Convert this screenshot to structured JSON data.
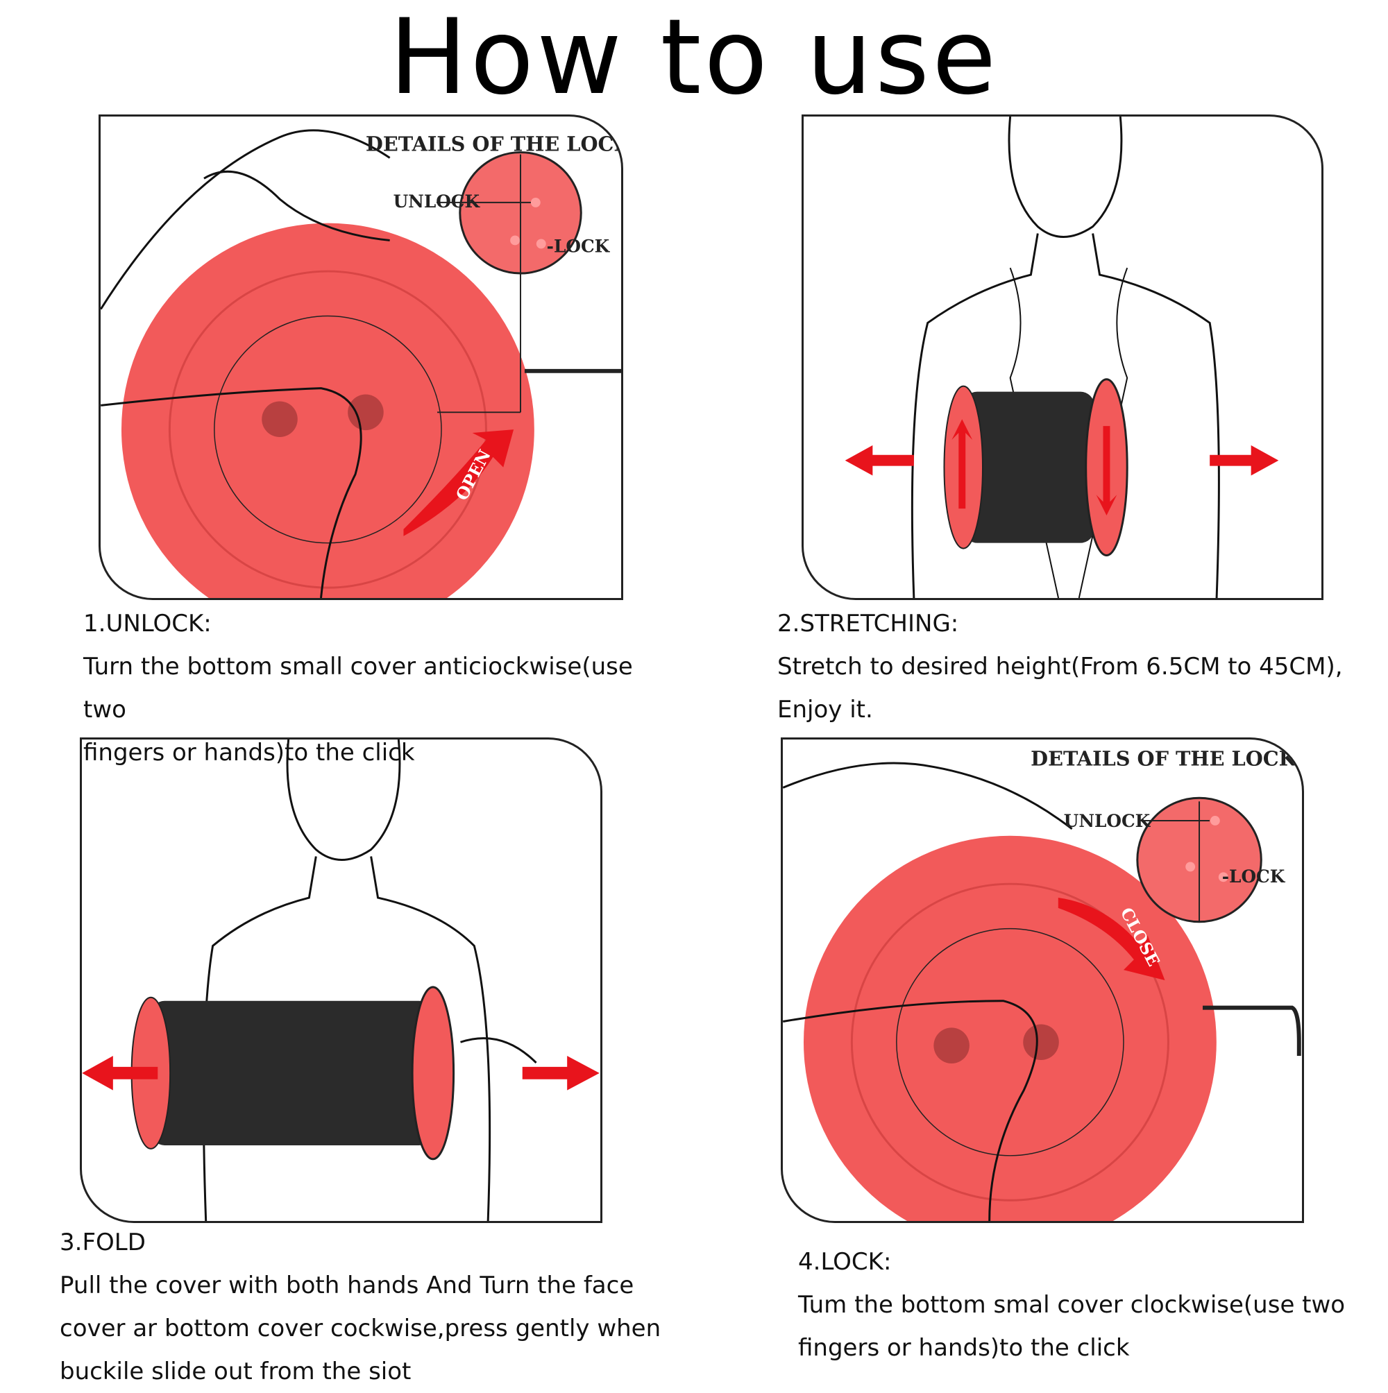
{
  "title": "How to use",
  "panels": {
    "p1": {
      "lock_title": "DETAILS OF THE LOCK",
      "unlock": "UNLOCK",
      "lock": "-LOCK",
      "arrow": "OPEN"
    },
    "p4": {
      "lock_title": "DETAILS OF THE LOCK",
      "unlock": "UNLOCK",
      "lock": "-LOCK",
      "arrow": "CLOSE"
    }
  },
  "steps": [
    {
      "heading": "1.UNLOCK:",
      "lines": [
        "Turn the bottom small cover anticiockwise(use two",
        "fingers or hands)to the click"
      ]
    },
    {
      "heading": "2.STRETCHING:",
      "lines": [
        "Stretch to desired height(From 6.5CM to 45CM),",
        "Enjoy it."
      ]
    },
    {
      "heading": "3.FOLD",
      "lines": [
        "Pull the cover with both hands And Turn the face",
        "cover ar bottom cover cockwise,press gently when",
        "buckile slide out from the siot"
      ]
    },
    {
      "heading": "4.LOCK:",
      "lines": [
        "Tum the bottom smal cover clockwise(use two",
        "fingers or hands)to the click"
      ]
    }
  ],
  "colors": {
    "stool_red": "#f25a5a",
    "arrow_red": "#e8141c",
    "stool_black": "#2b2b2b",
    "outline": "#111111"
  }
}
